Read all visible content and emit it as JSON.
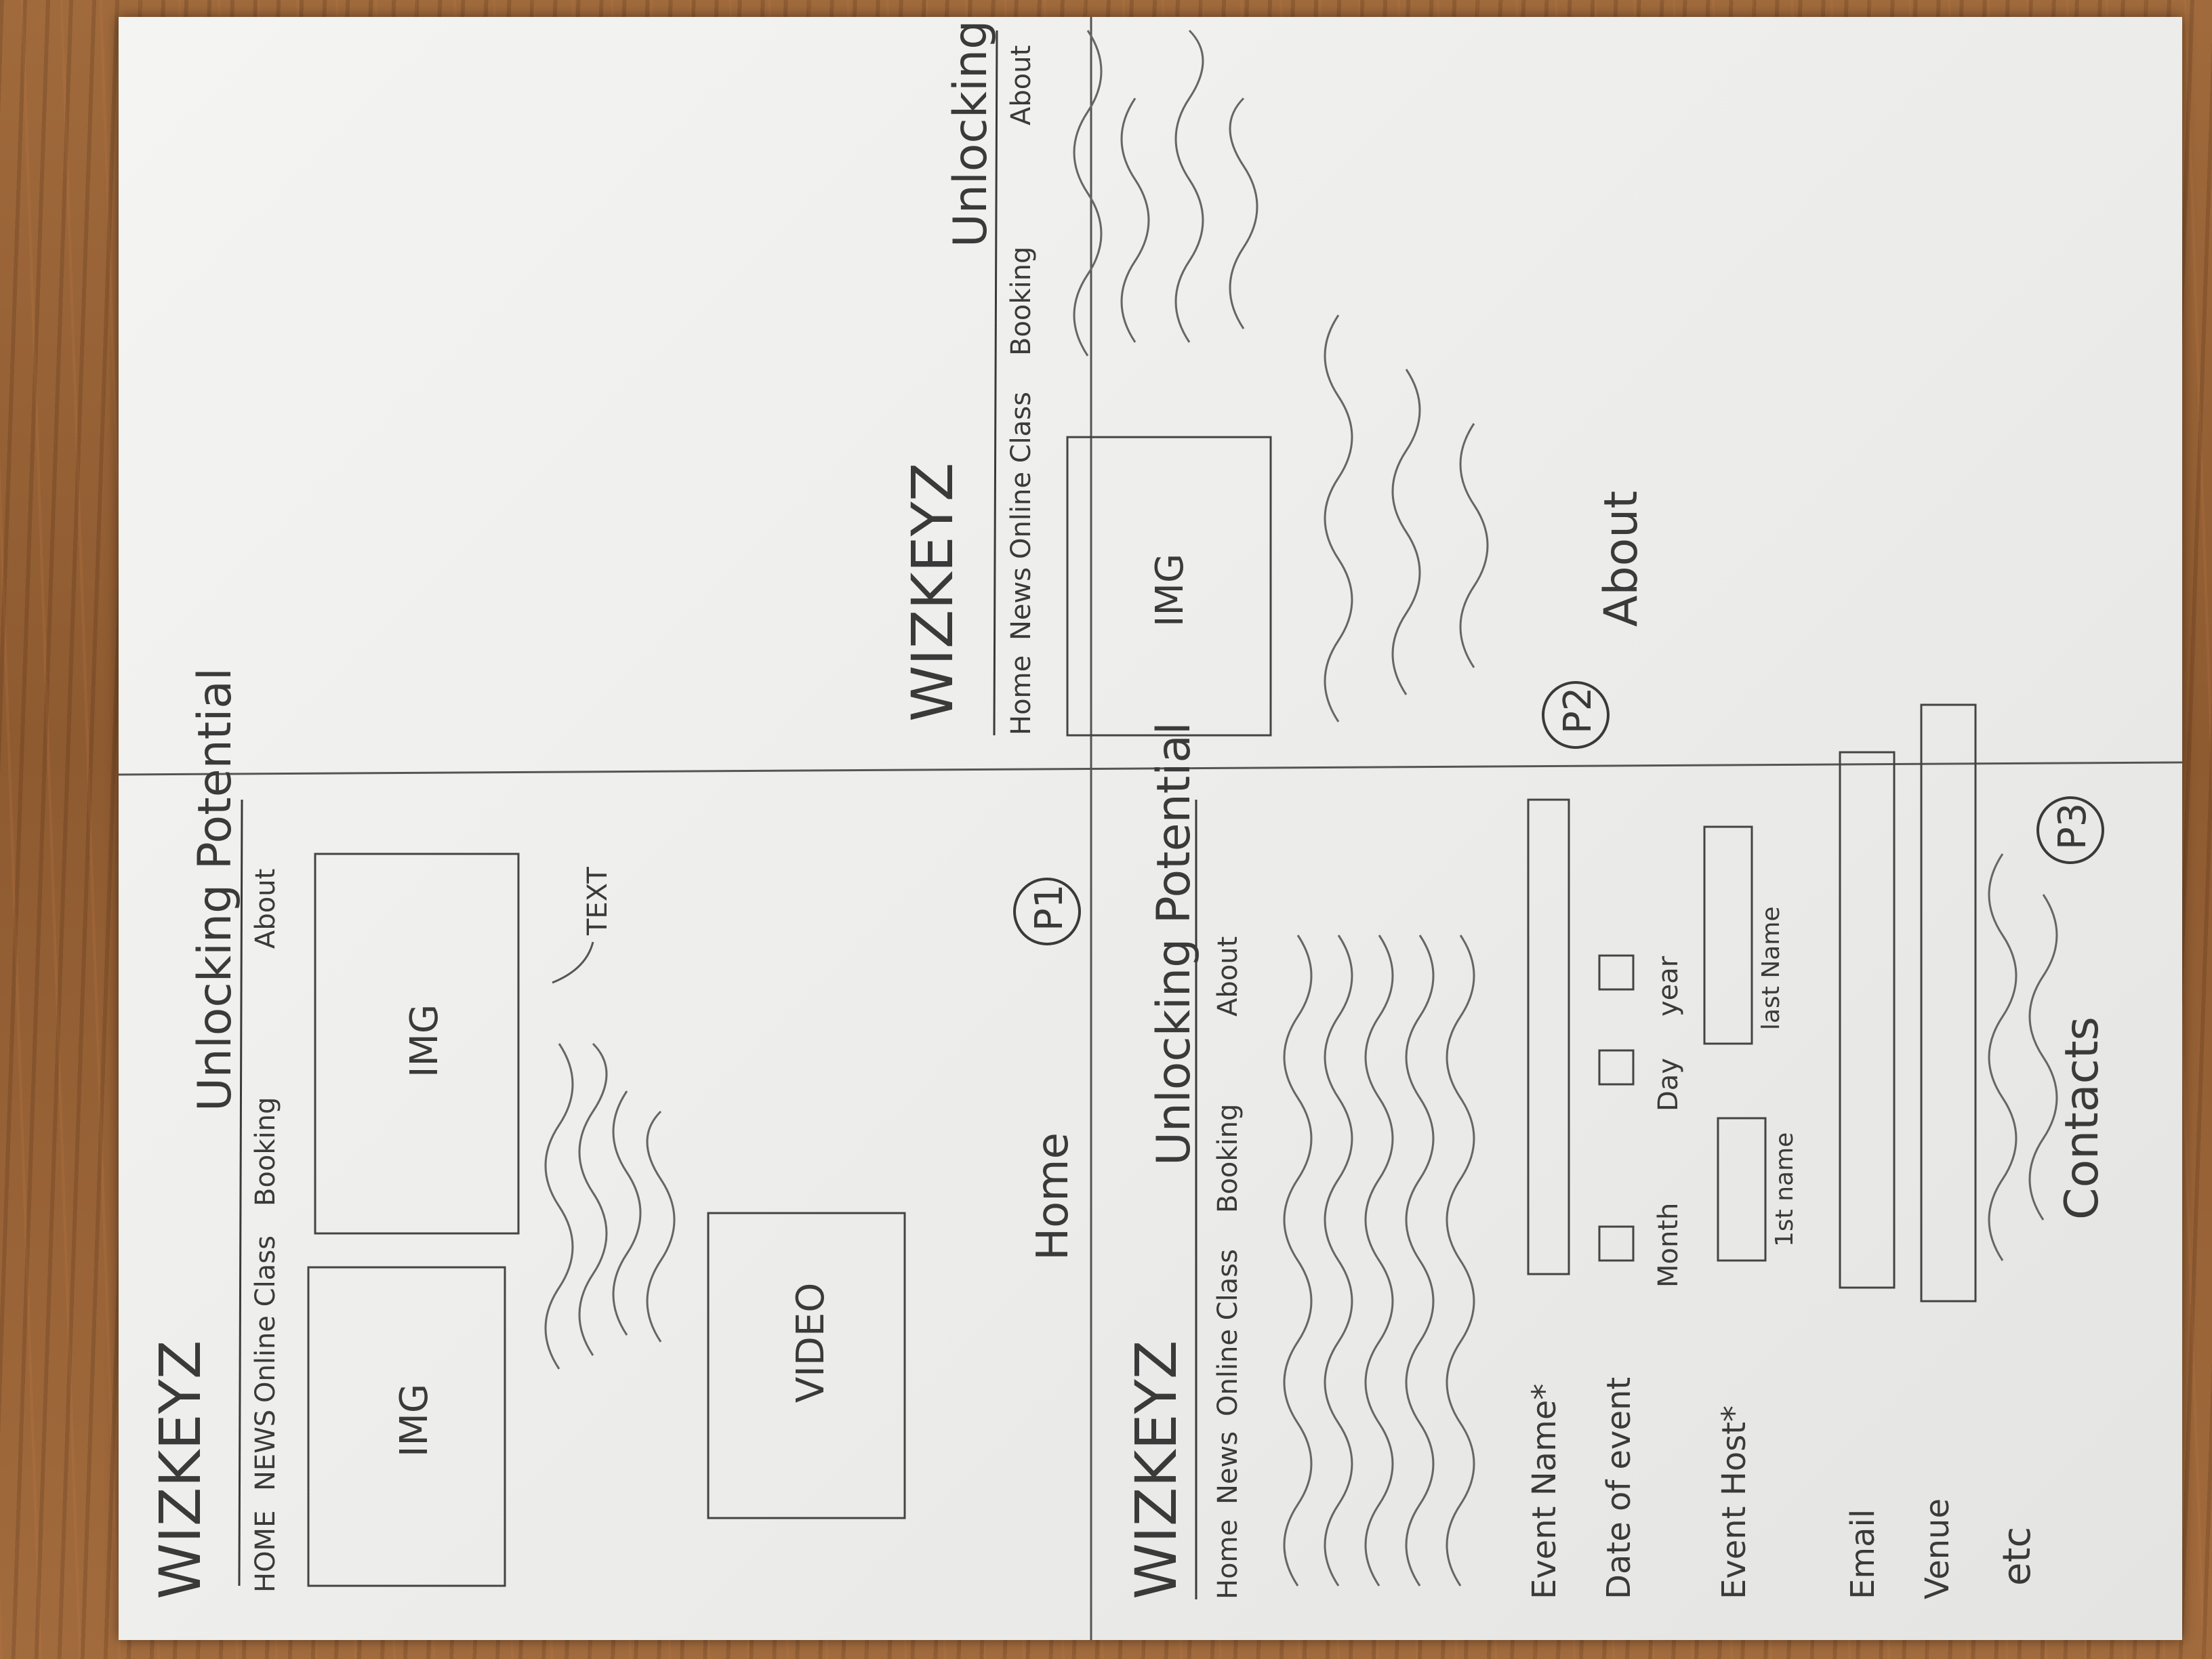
{
  "sketches": [
    {
      "page_label": "P1",
      "page_name": "Home",
      "header": {
        "logo": "WIZKEYZ",
        "tagline": "Unlocking Potential"
      },
      "nav": [
        "HOME",
        "NEWS",
        "Online Class",
        "Booking",
        "About"
      ],
      "content": {
        "img1": "IMG",
        "img2": "IMG",
        "video": "VIDEO",
        "text_note": "TEXT"
      }
    },
    {
      "page_label": "P2",
      "page_name": "About",
      "header": {
        "logo": "WIZKEYZ",
        "tagline": "Unlocking Po..."
      },
      "nav": [
        "Home",
        "News",
        "Online Class",
        "Booking",
        "About"
      ],
      "content": {
        "img": "IMG"
      }
    },
    {
      "page_label": "P3",
      "page_name": "Contacts",
      "header": {
        "logo": "WIZKEYZ",
        "tagline": "Unlocking Potential"
      },
      "nav": [
        "Home",
        "News",
        "Online Class",
        "Booking",
        "About"
      ],
      "form": {
        "event_name": "Event Name*",
        "date_of_event": "Date of event",
        "month": "Month",
        "day": "Day",
        "year": "year",
        "event_host": "Event Host*",
        "first_name": "1st name",
        "last_name": "last Name",
        "email": "Email",
        "venue": "Venue",
        "etc": "etc"
      }
    }
  ],
  "colors": {
    "pencil": "#3a3a3a",
    "paper": "#efefed",
    "table": "#9a6236"
  }
}
